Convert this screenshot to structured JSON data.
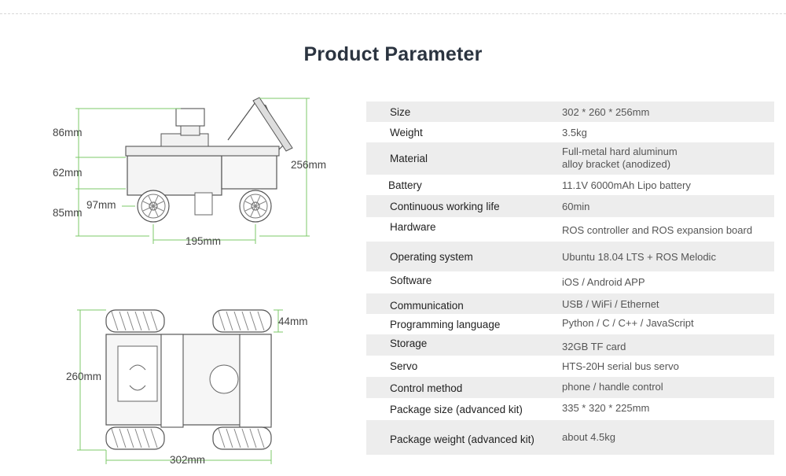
{
  "title": "Product Parameter",
  "dimensions": {
    "side_view": [
      "86mm",
      "62mm",
      "97mm",
      "85mm",
      "256mm",
      "195mm"
    ],
    "top_view": [
      "44mm",
      "260mm",
      "302mm"
    ]
  },
  "specs": [
    {
      "label": "Size",
      "value": "302 * 260 * 256mm"
    },
    {
      "label": "Weight",
      "value": "3.5kg"
    },
    {
      "label": "Material",
      "value": "Full-metal hard aluminum",
      "value2": "alloy bracket (anodized)"
    },
    {
      "label": "Battery",
      "value": "11.1V 6000mAh Lipo battery"
    },
    {
      "label": "Continuous working life",
      "value": "60min"
    },
    {
      "label": "Hardware",
      "value": "ROS controller and ROS expansion board"
    },
    {
      "label": "Operating system",
      "value": "Ubuntu 18.04 LTS + ROS Melodic"
    },
    {
      "label": "Software",
      "value": "iOS / Android APP"
    },
    {
      "label": "Communication",
      "value": "USB / WiFi / Ethernet"
    },
    {
      "label": "Programming language",
      "value": "Python / C / C++ / JavaScript"
    },
    {
      "label": "Storage",
      "value": "32GB TF card"
    },
    {
      "label": "Servo",
      "value": "HTS-20H serial bus servo"
    },
    {
      "label": "Control method",
      "value": "phone / handle control"
    },
    {
      "label": "Package size (advanced kit)",
      "value": "335 * 320 * 225mm"
    },
    {
      "label": "Package weight (advanced kit)",
      "value": "about 4.5kg"
    }
  ],
  "colors": {
    "dimension_line": "#7cc86a",
    "row_shade": "#ededed",
    "title": "#2b3440"
  }
}
